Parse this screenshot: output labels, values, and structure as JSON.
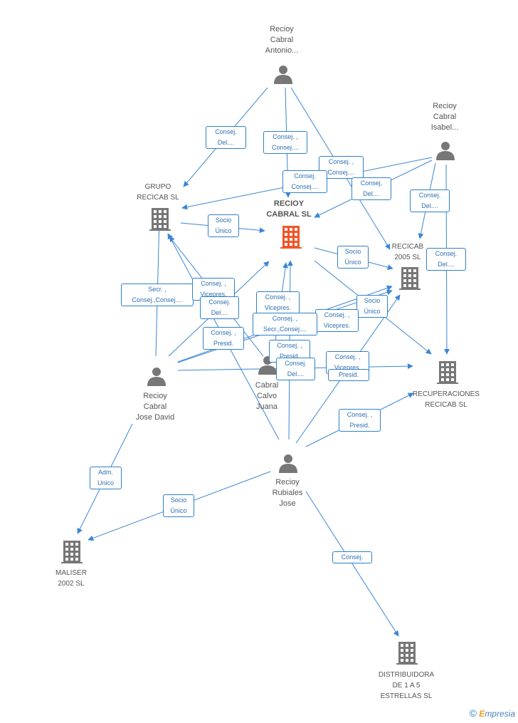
{
  "nodes": {
    "recioy_cabral_antonio": "Recioy\nCabral\nAntonio...",
    "recioy_cabral_isabel": "Recioy\nCabral\nIsabel...",
    "grupo_recicab": "GRUPO\nRECICAB SL",
    "recioy_cabral_sl": "RECIOY\nCABRAL SL",
    "recicab_2005": "RECICAB\n2005 SL",
    "recuperaciones_recicab": "RECUPERACIONES\nRECICAB SL",
    "recioy_cabral_jose_david": "Recioy\nCabral\nJose David",
    "cabral_calvo_juana": "Cabral\nCalvo\nJuana",
    "recioy_rubiales_jose": "Recioy\nRubiales\nJose",
    "maliser_2002": "MALISER\n2002 SL",
    "distribuidora": "DISTRIBUIDORA\nDE 1 A 5\nESTRELLAS SL"
  },
  "edge_labels": {
    "e1": "Consej.\nDel....",
    "e2": "Consej. ,\nConsej....",
    "e3": "Consej. ,\nConsej....",
    "e4": "Consej.\nConsej....",
    "e5": "Consej.\nDel....",
    "e6": "Consej.\nDel....",
    "e7": "Socio\nÚnico",
    "e8": "Socio\nÚnico",
    "e9": "Consej.\nDel....",
    "e10": "Secr. ,\nConsej.,Consej....",
    "e11": "Consej. ,\nVicepres.",
    "e12": "Consej.\nDel....",
    "e13": "Consej. ,\nVicepres.",
    "e14": "Socio\nÚnico",
    "e15": "Consej. ,\nVicepres.",
    "e16": "Consej. ,\nSecr.,Consej....",
    "e17": "Consej. ,\nPresid.",
    "e18": "Consej. ,\nPresid.",
    "e19": "Consej. ,\nVicepres.",
    "e20": "Consej.\nDel....",
    "e21": "Presid.",
    "e22": "Consej. ,\nPresid.",
    "e23": "Adm.\nUnico",
    "e24": "Socio\nÚnico",
    "e25": "Consej."
  },
  "footer": {
    "copyright": "©",
    "brand_e": "E",
    "brand_rest": "mpresia"
  },
  "colors": {
    "edge": "#3a86d6",
    "person": "#777777",
    "company": "#777777",
    "center": "#f0562a"
  }
}
